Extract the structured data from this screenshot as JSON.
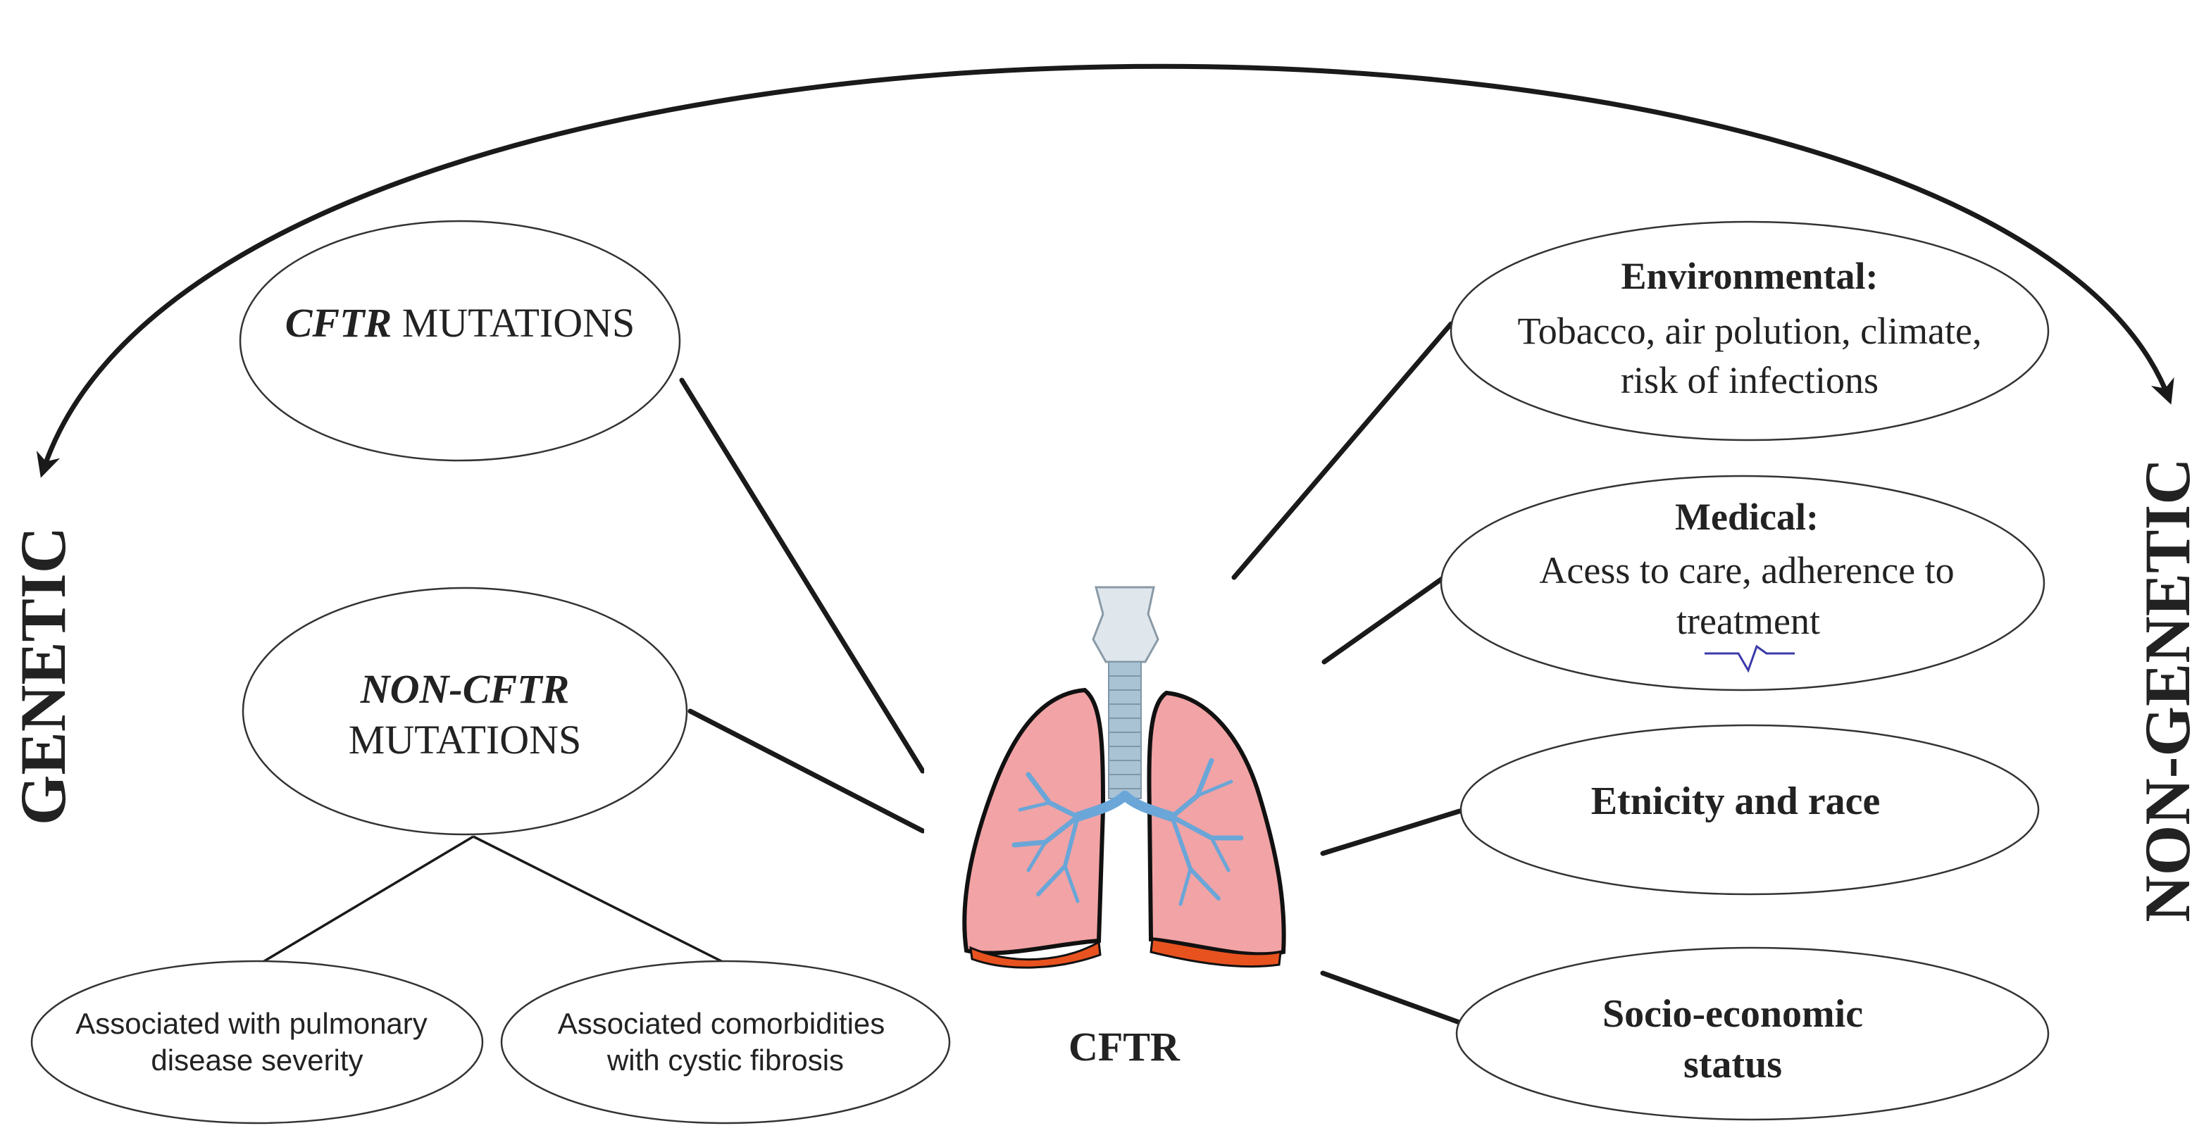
{
  "side_labels": {
    "genetic": "GENETIC",
    "non_genetic": "NON-GENETIC"
  },
  "center": {
    "label": "CFTR",
    "icon": "lungs-icon"
  },
  "genetic_factors": {
    "cftr_mutations": {
      "italic": "CFTR",
      "rest": " MUTATIONS"
    },
    "non_cftr_mutations": {
      "italic": "NON-CFTR",
      "line2": "MUTATIONS"
    },
    "sub_pulmonary": {
      "line1": "Associated with pulmonary",
      "line2": "disease severity"
    },
    "sub_comorbidities": {
      "line1": "Associated  comorbidities",
      "line2": "with cystic fibrosis"
    }
  },
  "non_genetic_factors": {
    "environmental": {
      "title": "Environmental:",
      "line1": "Tobacco, air polution, climate,",
      "line2": "risk of infections"
    },
    "medical": {
      "title": "Medical:",
      "line1": "Acess to care, adherence to",
      "line2": "treatment"
    },
    "ethnicity": {
      "title": "Etnicity and race"
    },
    "socioeconomic": {
      "title": "Socio-economic",
      "line2": "status"
    }
  },
  "colors": {
    "lung_fill": "#f2a3a5",
    "lung_base": "#e8521f",
    "bronchi": "#6aa6d8",
    "trachea": "#9fb9cc",
    "signature": "#3a3aa8"
  }
}
